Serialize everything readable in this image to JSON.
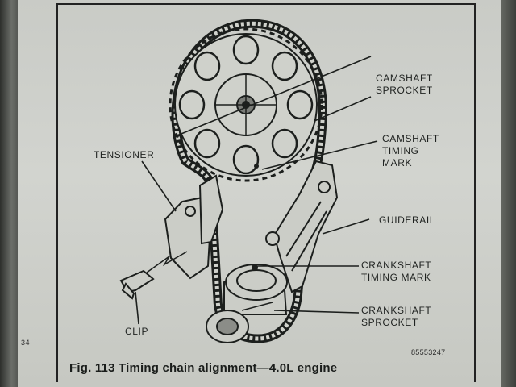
{
  "labels": {
    "camshaft_sprocket": [
      "CAMSHAFT",
      "SPROCKET"
    ],
    "camshaft_timing_mark": [
      "CAMSHAFT",
      "TIMING",
      "MARK"
    ],
    "tensioner": "TENSIONER",
    "guiderail": "GUIDERAIL",
    "crankshaft_timing_mark": [
      "CRANKSHAFT",
      "TIMING MARK"
    ],
    "crankshaft_sprocket": [
      "CRANKSHAFT",
      "SPROCKET"
    ],
    "clip": "CLIP"
  },
  "caption": "Fig. 113 Timing chain alignment—4.0L engine",
  "reference_number": "85553247",
  "page_edge_number": "34"
}
